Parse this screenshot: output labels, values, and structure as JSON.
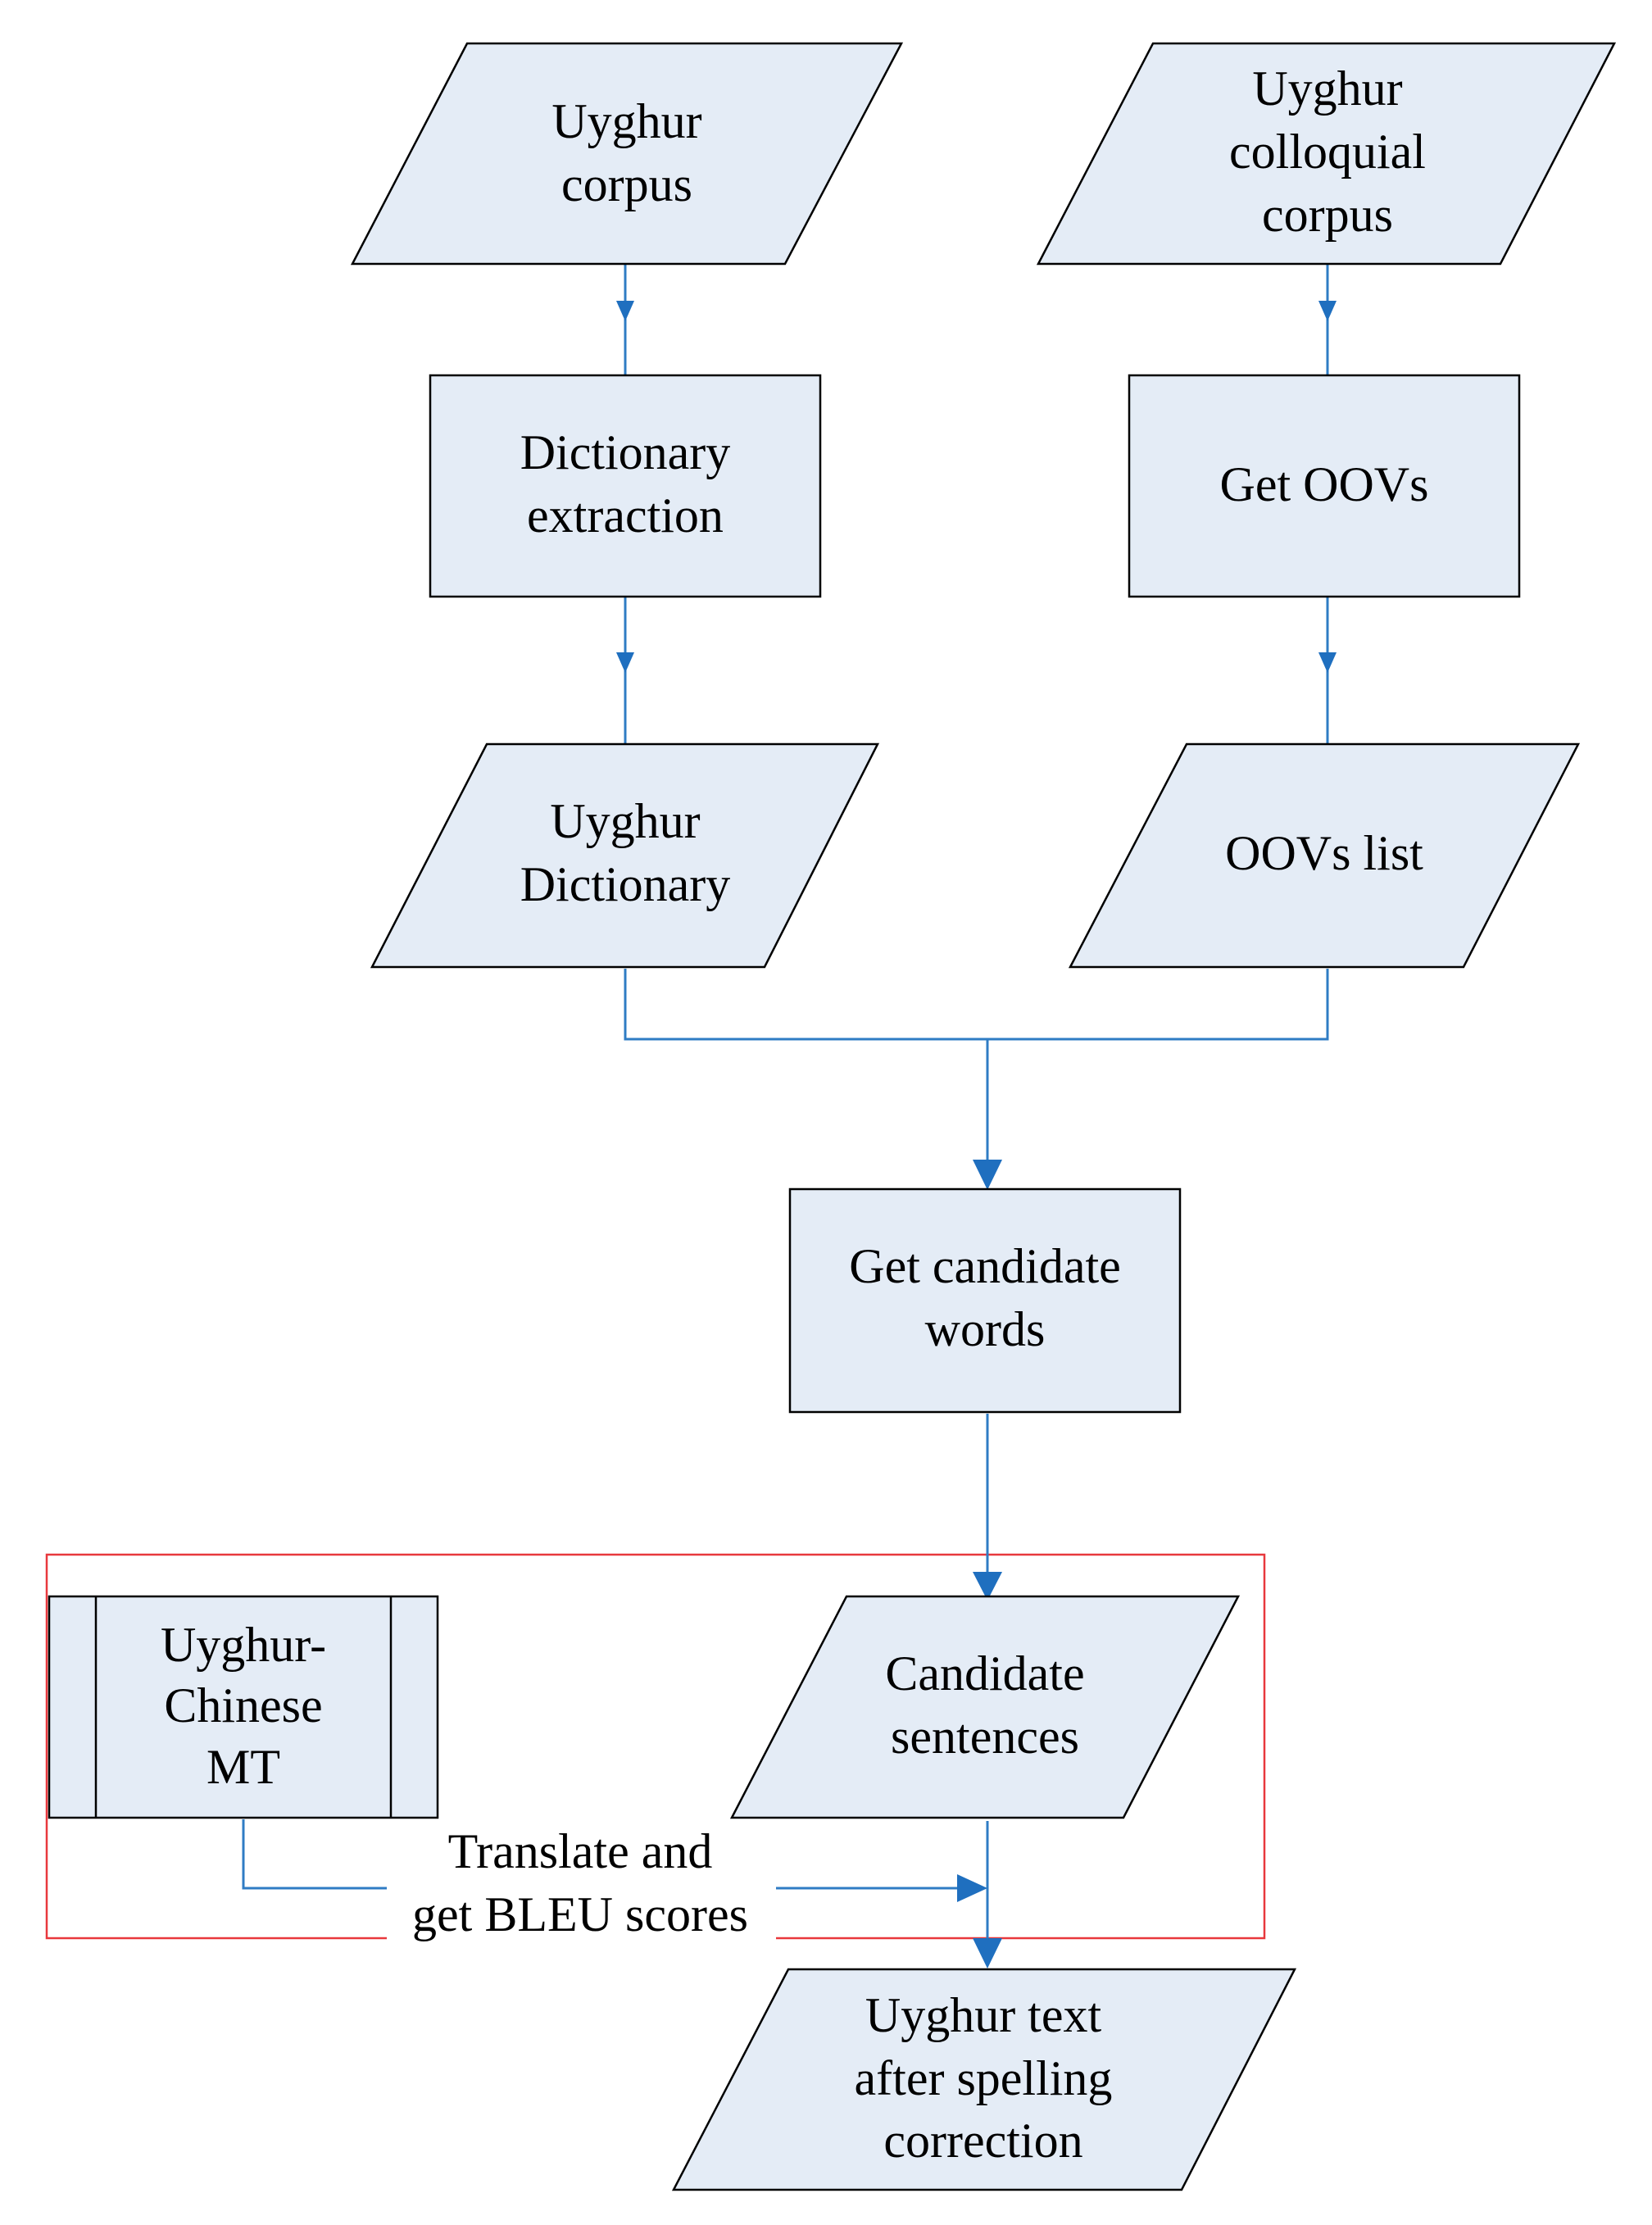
{
  "nodes": {
    "uyghur_corpus": [
      "Uyghur",
      "corpus"
    ],
    "colloquial_corpus": [
      "Uyghur",
      "colloquial",
      "corpus"
    ],
    "dictionary_extraction": [
      "Dictionary",
      "extraction"
    ],
    "get_oovs": [
      "Get OOVs"
    ],
    "uyghur_dictionary": [
      "Uyghur",
      "Dictionary"
    ],
    "oovs_list": [
      "OOVs list"
    ],
    "get_candidate_words": [
      "Get candidate",
      "words"
    ],
    "candidate_sentences": [
      "Candidate",
      "sentences"
    ],
    "uyghur_chinese_mt": [
      "Uyghur-",
      "Chinese",
      "MT"
    ],
    "uyghur_text_output": [
      "Uyghur text",
      "after spelling",
      "correction"
    ]
  },
  "edges": {
    "translate_label": [
      "Translate and",
      "get BLEU scores"
    ]
  },
  "colors": {
    "fill": "#e4ecf6",
    "connector": "#2f7cc4",
    "frame": "#e8383d"
  }
}
